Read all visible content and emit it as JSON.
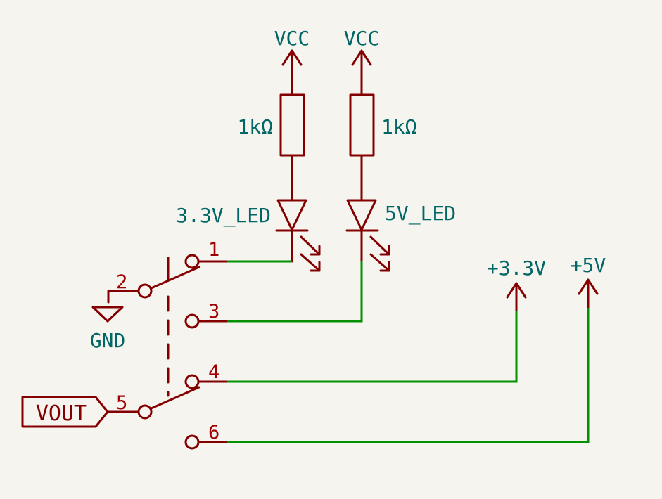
{
  "schematic": {
    "power_symbols": {
      "vcc_left": "VCC",
      "vcc_right": "VCC",
      "gnd": "GND",
      "v33": "+3.3V",
      "v5": "+5V"
    },
    "resistors": {
      "r_left_value": "1kΩ",
      "r_right_value": "1kΩ"
    },
    "leds": {
      "led_left_name": "3.3V_LED",
      "led_right_name": "5V_LED"
    },
    "switch_pins": {
      "p1": "1",
      "p2": "2",
      "p3": "3",
      "p4": "4",
      "p5": "5",
      "p6": "6"
    },
    "global_label": "VOUT",
    "colors": {
      "background": "#f5f4ef",
      "symbol": "#840000",
      "wire": "#009000",
      "label": "#006666"
    }
  }
}
